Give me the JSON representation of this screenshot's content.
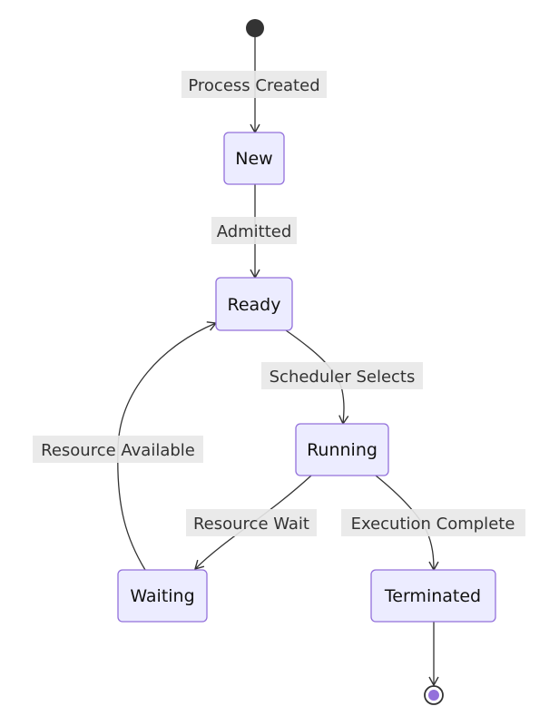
{
  "states": {
    "new": "New",
    "ready": "Ready",
    "running": "Running",
    "waiting": "Waiting",
    "terminated": "Terminated"
  },
  "transitions": {
    "start_to_new": "Process Created",
    "new_to_ready": "Admitted",
    "ready_to_running": "Scheduler Selects",
    "running_to_waiting": "Resource Wait",
    "running_to_terminated": "Execution Complete",
    "waiting_to_ready": "Resource Available"
  },
  "colors": {
    "state_fill": "#ececff",
    "state_border": "#9370db",
    "edge": "#333333",
    "label_background": "#e8e8e8",
    "start_marker": "#333333",
    "end_marker": "#9370db"
  }
}
